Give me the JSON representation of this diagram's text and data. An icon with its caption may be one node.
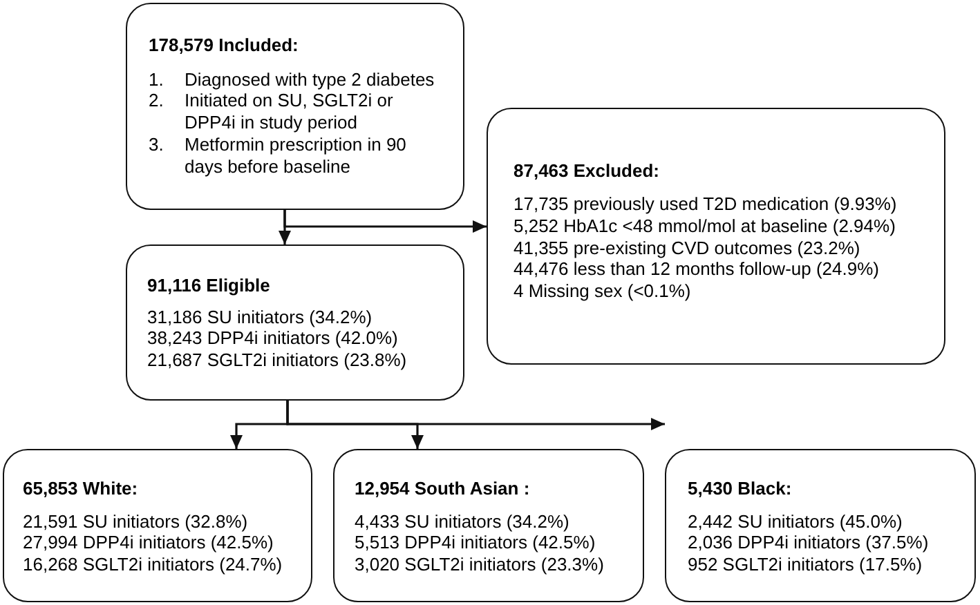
{
  "diagram": {
    "nodes": [
      {
        "text": [
          "178,579 Included:",
          "1.",
          "Diagnosed with type 2 diabetes",
          "2.",
          "Initiated on SU, SGLT2i or DPP4i in study period",
          "3.",
          "Metformin prescription in 90 days before baseline"
        ]
      },
      {
        "text": [
          "87,463 Excluded:",
          "17,735 previously used T2D medication (9.93%)",
          "5,252 HbA1c <48 mmol/mol at baseline (2.94%)",
          "41,355 pre-existing CVD outcomes (23.2%)",
          "44,476 less than 12 months follow-up (24.9%)",
          "4 Missing sex (<0.1%)"
        ]
      },
      {
        "text": [
          "91,116 Eligible",
          "31,186 SU initiators (34.2%)",
          "38,243 DPP4i initiators (42.0%)",
          "21,687 SGLT2i initiators (23.8%)"
        ]
      },
      {
        "text": [
          "65,853 White:",
          "21,591 SU initiators (32.8%)",
          "27,994 DPP4i initiators (42.5%)",
          "16,268 SGLT2i initiators (24.7%)"
        ]
      },
      {
        "text": [
          "12,954 South Asian :",
          "4,433 SU initiators (34.2%)",
          "5,513 DPP4i initiators (42.5%)",
          "3,020 SGLT2i initiators (23.3%)"
        ]
      },
      {
        "text": [
          "5,430 Black:",
          "2,442 SU initiators (45.0%)",
          "2,036 DPP4i initiators (37.5%)",
          "952 SGLT2i initiators (17.5%)"
        ]
      }
    ],
    "edges": [
      {
        "from": 0,
        "to": 2,
        "arrow": "to"
      },
      {
        "from": 0,
        "to": 1,
        "arrow": "to"
      },
      {
        "from": 2,
        "to": 3,
        "arrow": "to"
      },
      {
        "from": 2,
        "to": 4,
        "arrow": "to"
      },
      {
        "from": 2,
        "to": 5,
        "arrow": "to"
      }
    ]
  }
}
